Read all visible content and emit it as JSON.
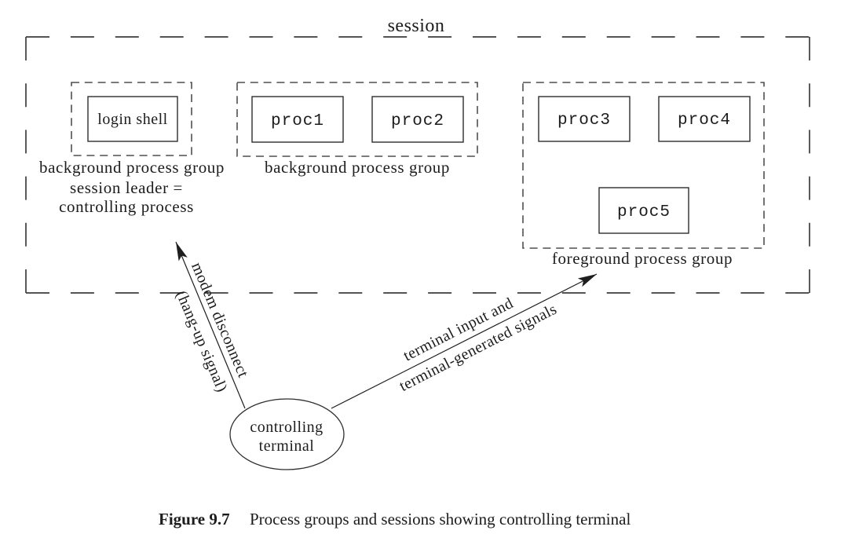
{
  "figure": {
    "session_label": "session",
    "groups": [
      {
        "label": "background process group",
        "processes": [
          "login shell"
        ]
      },
      {
        "label": "background process group",
        "processes": [
          "proc1",
          "proc2"
        ]
      },
      {
        "label": "foreground process group",
        "processes": [
          "proc3",
          "proc4",
          "proc5"
        ]
      }
    ],
    "session_leader_note": {
      "line1": "session leader =",
      "line2": "controlling process"
    },
    "terminal": {
      "line1": "controlling",
      "line2": "terminal"
    },
    "arrows": {
      "hangup": {
        "line1": "modem disconnect",
        "line2": "(hang-up signal)"
      },
      "terminal_io": {
        "line1": "terminal input and",
        "line2": "terminal-generated signals"
      }
    }
  },
  "caption": {
    "label": "Figure 9.7",
    "title": "Process groups and sessions showing controlling terminal"
  },
  "colors": {
    "ink": "#1c1c1c",
    "dash_stroke": "#4f4f4f",
    "solid_stroke": "#2e2e2e",
    "background": "#ffffff"
  }
}
